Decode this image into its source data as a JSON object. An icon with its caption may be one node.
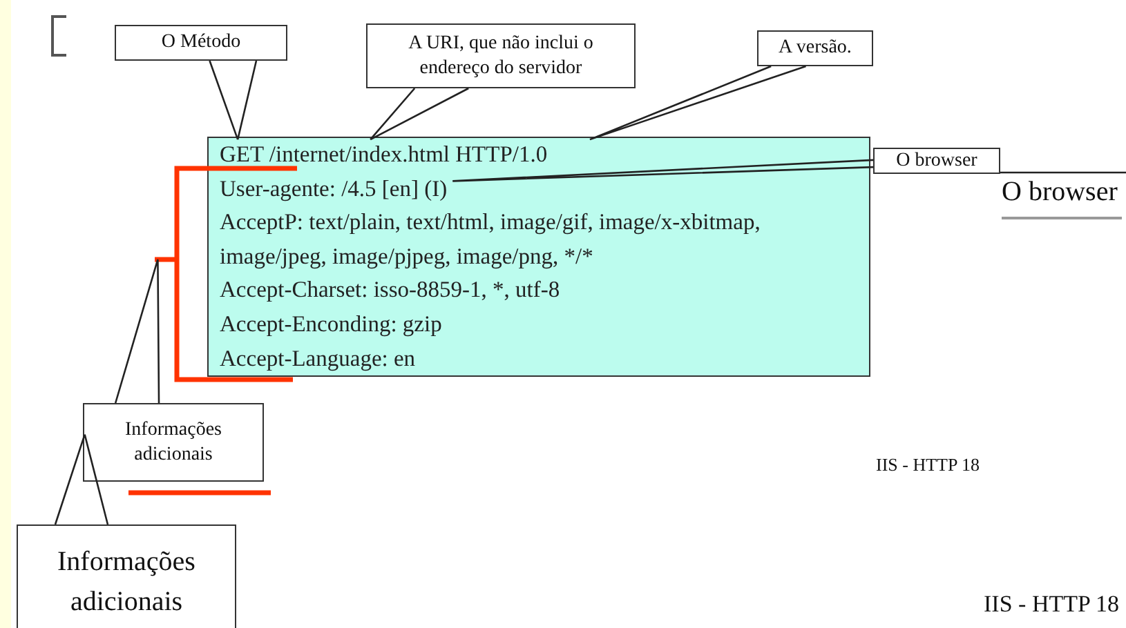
{
  "diagram": {
    "nodes": [
      {
        "text": [
          "O Método"
        ]
      },
      {
        "text": [
          "A URI, que não inclui o endereço do servidor"
        ]
      },
      {
        "text": [
          "A versão."
        ]
      },
      {
        "text": [
          "GET /internet/index.html HTTP/1.0",
          "User-agente: /4.5 [en] (I)",
          "AcceptP: text/plain, text/html, image/gif, image/x-xbitmap, image/jpeg, image/pjpeg, image/png, */*",
          "Accept-Charset: isso-8859-1, *, utf-8",
          "Accept-Enconding: gzip",
          "Accept-Language: en"
        ]
      },
      {
        "text": [
          "O browser"
        ]
      },
      {
        "text": [],
        "shape": "bracket"
      },
      {
        "text": [
          "Informações adicionais"
        ]
      },
      {
        "text": [
          "Informações adicionais"
        ]
      }
    ],
    "edges": [
      {
        "from": 0,
        "to": 3,
        "arrow": "none"
      },
      {
        "from": 1,
        "to": 3,
        "arrow": "none"
      },
      {
        "from": 2,
        "to": 3,
        "arrow": "none"
      },
      {
        "from": 4,
        "to": 3,
        "arrow": "none"
      },
      {
        "from": 6,
        "to": 5,
        "arrow": "none"
      },
      {
        "from": 7,
        "to": 6,
        "arrow": "none"
      }
    ],
    "labels": [
      "O browser",
      "IIS - HTTP 18",
      "IIS - HTTP 18"
    ]
  }
}
